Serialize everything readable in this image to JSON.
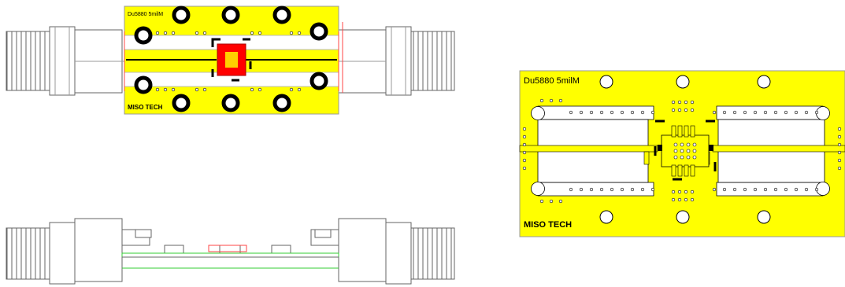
{
  "views": {
    "top_assembly": {
      "board_label": "Du5880 5milM",
      "company_label": "MISO TECH"
    },
    "side_assembly": {},
    "board_detail": {
      "board_label": "Du5880 5milM",
      "company_label": "MISO TECH"
    }
  },
  "colors": {
    "board": "#ffff00",
    "pad_ring": "#000000",
    "chip": "#ff0000",
    "outline": "#555555",
    "trace_red": "#ff4444",
    "trace_green": "#33cc33"
  }
}
